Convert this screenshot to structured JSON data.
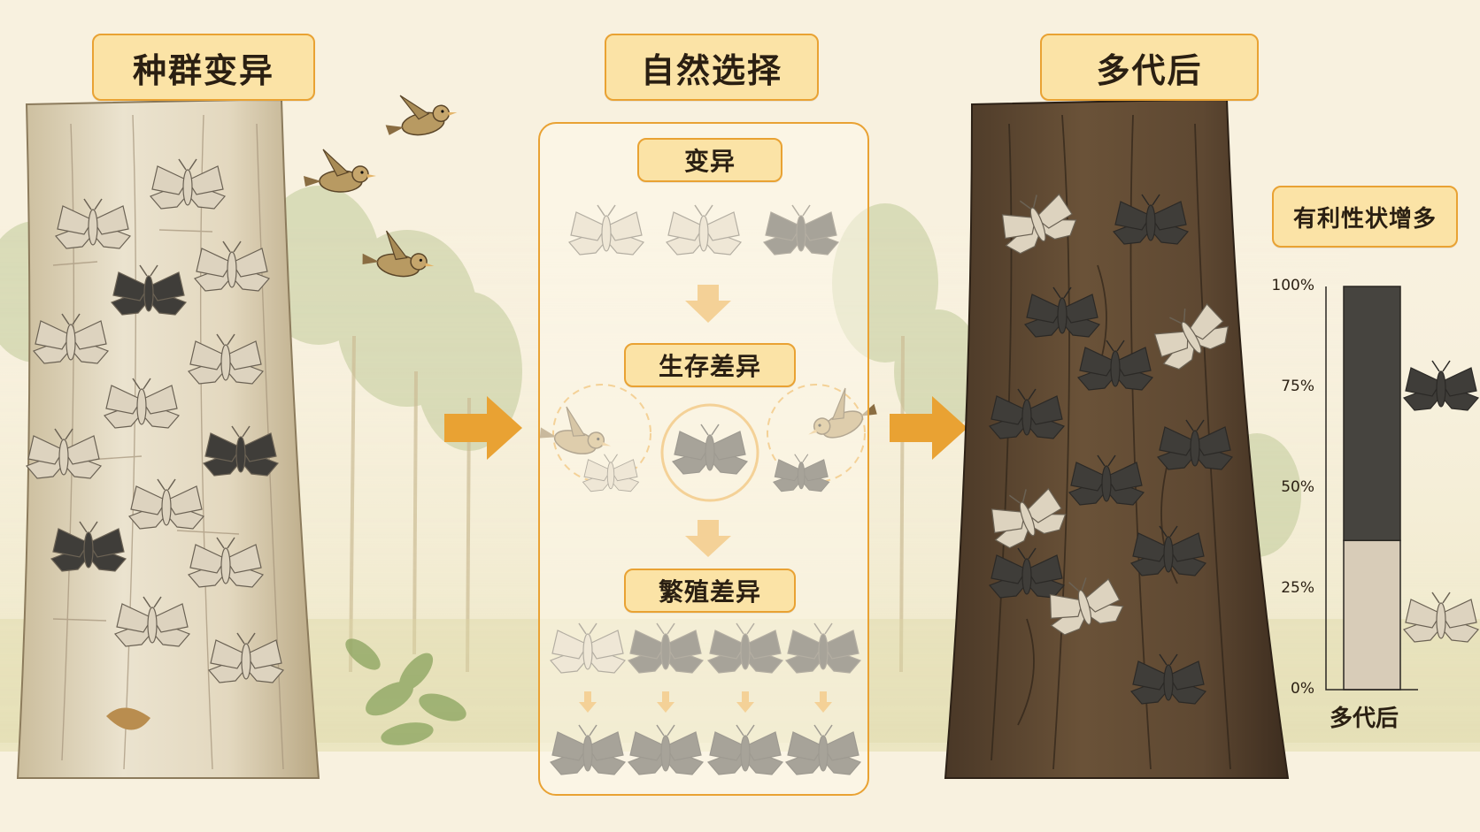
{
  "titles": {
    "population_variation": "种群变异",
    "natural_selection": "自然选择",
    "after_generations": "多代后"
  },
  "process": {
    "variation": "变异",
    "survival_difference": "生存差异",
    "reproduction_difference": "繁殖差异"
  },
  "chart_title": "有利性状增多",
  "colors": {
    "accent": "#e9a233",
    "light_bark": "#e4d9c0",
    "dark_bark": "#5b4630",
    "dark_moth": "#3f3d39",
    "light_moth": "#d8ccb8"
  },
  "chart_data": {
    "type": "bar",
    "stacked": true,
    "categories": [
      "多代后"
    ],
    "series": [
      {
        "values": [
          37
        ],
        "color": "#d8ccb8",
        "icon": "light-moth-icon"
      },
      {
        "values": [
          63
        ],
        "color": "#46443f",
        "icon": "dark-moth-icon"
      }
    ],
    "yticks": [
      "0%",
      "25%",
      "50%",
      "75%",
      "100%"
    ],
    "ylim": [
      0,
      100
    ],
    "xlabel": "多代后",
    "title": "有利性状增多"
  }
}
